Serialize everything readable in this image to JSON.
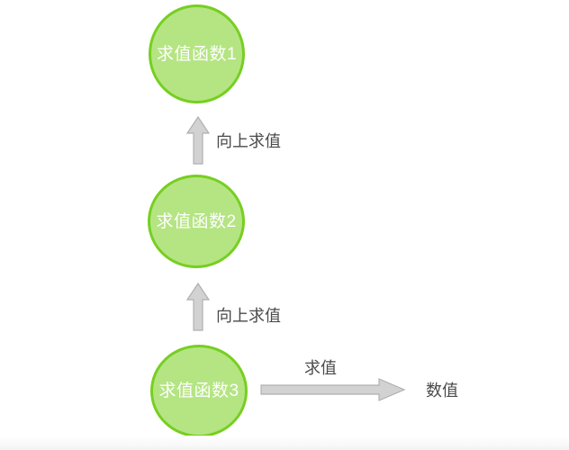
{
  "diagram": {
    "type": "flow-diagram",
    "orientation": "vertical-bottom-up",
    "background_color": "#ffffff",
    "node_fill_color": "#B5E583",
    "node_border_color": "#76CF21",
    "node_text_color": "#ffffff",
    "arrow_fill_color": "#D2D2D2",
    "arrow_border_color": "#B0B0B0",
    "label_text_color": "#4a4a4a",
    "nodes": [
      {
        "id": "func1",
        "label": "求值函数1"
      },
      {
        "id": "func2",
        "label": "求值函数2"
      },
      {
        "id": "func3",
        "label": "求值函数3"
      }
    ],
    "edges": [
      {
        "id": "edge-func2-func1",
        "from": "func2",
        "to": "func1",
        "label": "向上求值",
        "direction": "up"
      },
      {
        "id": "edge-func3-func2",
        "from": "func3",
        "to": "func2",
        "label": "向上求值",
        "direction": "up"
      },
      {
        "id": "edge-func3-value",
        "from": "func3",
        "to": "value",
        "label": "求值",
        "direction": "right"
      }
    ],
    "terminals": [
      {
        "id": "value",
        "label": "数值"
      }
    ]
  }
}
